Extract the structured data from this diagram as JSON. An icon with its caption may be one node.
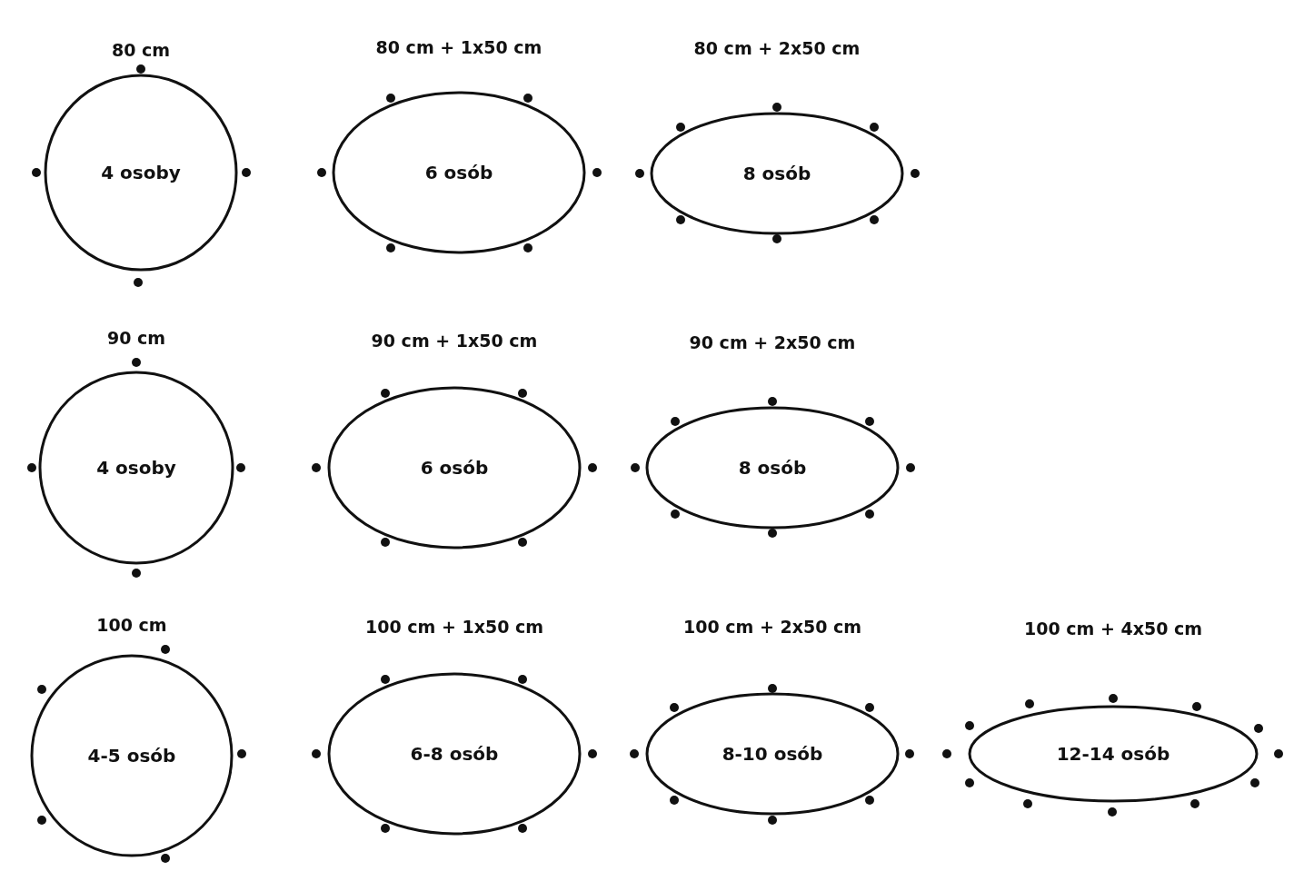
{
  "diagram": {
    "nodes": [
      {
        "text": [
          "80 cm",
          "4 osoby"
        ]
      },
      {
        "text": [
          "80 cm + 1x50 cm",
          "6 osób"
        ]
      },
      {
        "text": [
          "80 cm + 2x50 cm",
          "8 osób"
        ]
      },
      {
        "text": [
          "90 cm",
          "4 osoby"
        ]
      },
      {
        "text": [
          "90 cm + 1x50 cm",
          "6 osób"
        ]
      },
      {
        "text": [
          "90 cm + 2x50 cm",
          "8 osób"
        ]
      },
      {
        "text": [
          "100 cm",
          "4-5 osób"
        ]
      },
      {
        "text": [
          "100 cm + 1x50 cm",
          "6-8 osób"
        ]
      },
      {
        "text": [
          "100 cm + 2x50 cm",
          "8-10 osób"
        ]
      },
      {
        "text": [
          "100 cm + 4x50 cm",
          "12-14 osób"
        ]
      }
    ]
  }
}
